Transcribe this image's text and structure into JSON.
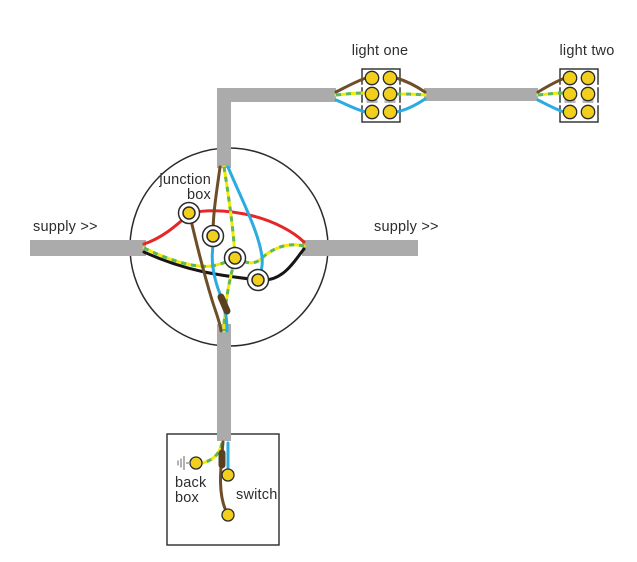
{
  "labels": {
    "junction_box_line1": "junction",
    "junction_box_line2": "box",
    "supply_left": "supply >>",
    "supply_right": "supply >>",
    "light_one": "light one",
    "light_two": "light two",
    "back_box_line1": "back",
    "back_box_line2": "box",
    "switch": "switch"
  },
  "colors": {
    "conduit_gray": "#ababab",
    "clamp_gray": "#b9b9b9",
    "live_red": "#e52727",
    "neutral_black": "#161616",
    "brown": "#6e4e26",
    "sleeve_brown": "#5a4020",
    "blue": "#2aabe2",
    "earth_yellow": "#f2ea00",
    "earth_green": "#5cb85c",
    "terminal_yellow": "#f2cf1c",
    "outline": "#2b2b2b",
    "earth_symbol_gray": "#999999",
    "text": "#2d2d2d",
    "background": "#ffffff"
  },
  "components": {
    "junction_box_terminals": 4,
    "light_one_terminals": 6,
    "light_two_terminals": 6,
    "switch_terminals": 2,
    "back_box_earth_terminals": 1
  }
}
